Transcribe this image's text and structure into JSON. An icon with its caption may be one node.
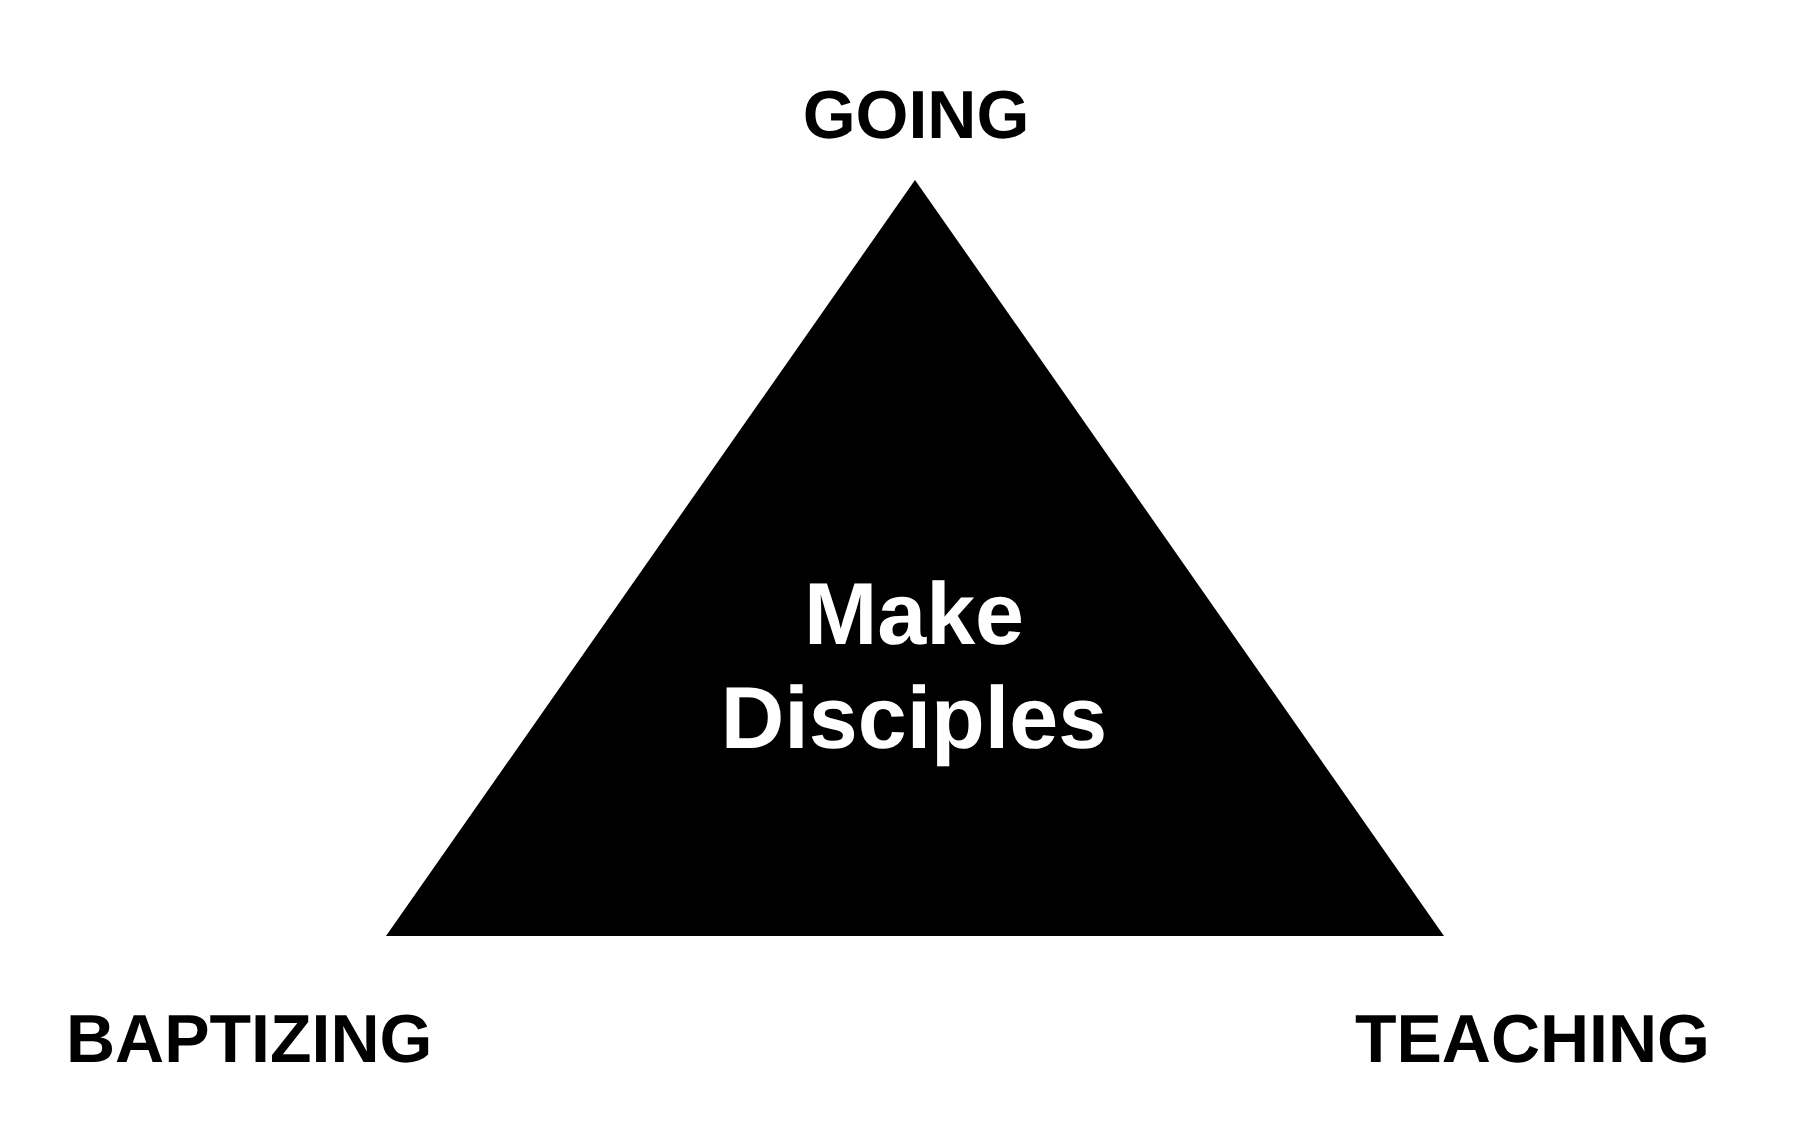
{
  "diagram": {
    "nodes": [
      {
        "text": [
          "Make Disciples"
        ]
      }
    ],
    "labels": [
      "GOING",
      "BAPTIZING",
      "TEACHING"
    ]
  }
}
